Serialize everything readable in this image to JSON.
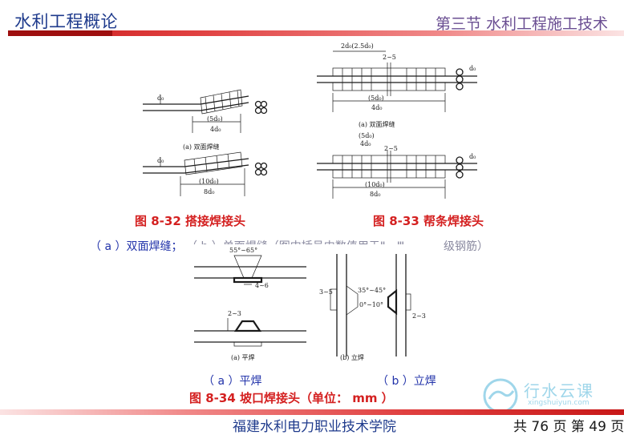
{
  "header": {
    "course_title": "水利工程概论",
    "section_title": "第三节  水利工程施工技术"
  },
  "figures": {
    "fig832": {
      "caption": "图 8-32 搭接焊接头",
      "panel_a": {
        "label_d": "d₀",
        "dim_top": "(5d₀)",
        "dim_bot": "4d₀",
        "note": "(a) 双面焊缝"
      },
      "panel_b": {
        "label_d": "d₀",
        "dim_top": "(10d₀)",
        "dim_bot": "8d₀"
      }
    },
    "fig833": {
      "caption": "图 8-33  帮条焊接头",
      "panel_a": {
        "dim_top": "2d₀(2.5d₀)",
        "gap": "2~5",
        "dim_mid": "(5d₀)",
        "dim_bot": "4d₀",
        "label_d": "d₀",
        "note": "(a) 双面焊缝"
      },
      "panel_b": {
        "dim_top": "(5d₀)",
        "dim_top2": "4d₀",
        "gap": "2~5",
        "dim_mid": "(10d₀)",
        "dim_bot": "8d₀",
        "label_d": "d₀"
      }
    },
    "fig834": {
      "caption": "图 8-34  坡口焊接头（单位： mm ）",
      "panel_a": {
        "angle": "55°~65°",
        "gap": "4~6",
        "dim": "2~3",
        "note": "(a) 平焊"
      },
      "panel_b": {
        "dim_left": "3~5",
        "angle1": "35°~45°",
        "angle2": "0°~10°",
        "dim_right": "2~3",
        "note": "(b) 立焊"
      }
    }
  },
  "subcaption_row": {
    "left": "（ a ）双面焊缝；",
    "obscured": "（ b ）单面焊缝（图中括号内数值用于Ⅱ、Ⅲ",
    "right": "级钢筋）"
  },
  "sub_a": "（ a ）平焊",
  "sub_b": "（ b ）立焊",
  "logo": {
    "name": "行水云课",
    "domain": "xingshuiyun.com"
  },
  "footer": {
    "school": "福建水利电力职业技术学院",
    "page_prefix": "共 ",
    "total": "76",
    "page_mid": " 页  第 ",
    "current": "49",
    "page_suffix": " 页"
  }
}
